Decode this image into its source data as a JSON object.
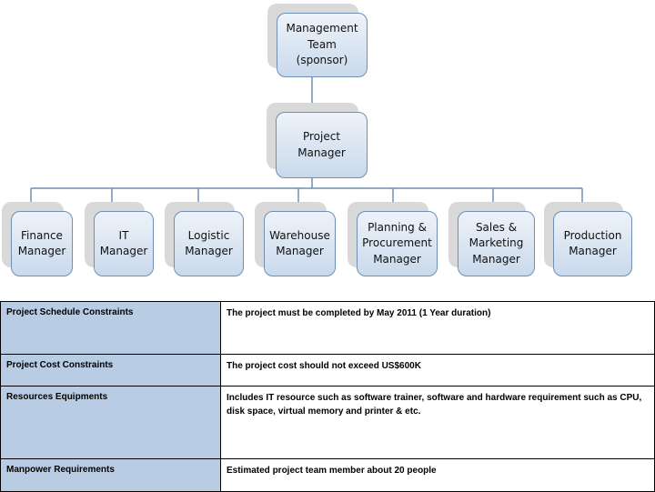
{
  "org_chart": {
    "top": "Management\nTeam (sponsor)",
    "middle": "Project Manager",
    "managers": [
      "Finance\nManager",
      "IT\nManager",
      "Logistic\nManager",
      "Warehouse\nManager",
      "Planning &\nProcurement\nManager",
      "Sales &\nMarketing\nManager",
      "Production\nManager"
    ]
  },
  "constraints": [
    {
      "label": "Project Schedule Constraints",
      "value": "The project must be completed by May 2011 (1 Year duration)"
    },
    {
      "label": "Project Cost Constraints",
      "value": "The project cost should not exceed US$600K"
    },
    {
      "label": "Resources Equipments",
      "value": "Includes IT resource such as software trainer, software and hardware requirement such as CPU, disk space, virtual memory and printer & etc."
    },
    {
      "label": "Manpower Requirements",
      "value": "Estimated project team member about 20 people"
    }
  ],
  "colors": {
    "node_border": "#6f8fb3",
    "label_cell": "#b8cce4",
    "connector": "#6f8fb3"
  }
}
